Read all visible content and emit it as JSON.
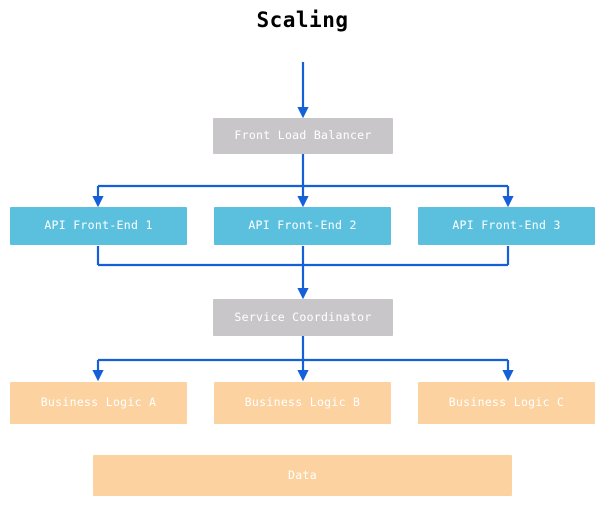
{
  "diagram": {
    "title": "Scaling",
    "colors": {
      "tier_gray": "#c9c6ca",
      "tier_blue": "#5bc0de",
      "tier_orange": "#fcd2a1",
      "connector": "#1560d8",
      "label_text": "#ffffff",
      "title_text": "#000000",
      "background": "#ffffff"
    },
    "nodes": {
      "front_load_balancer": "Front Load Balancer",
      "api_front_end_1": "API Front-End 1",
      "api_front_end_2": "API Front-End 2",
      "api_front_end_3": "API Front-End 3",
      "service_coordinator": "Service Coordinator",
      "business_logic_a": "Business Logic A",
      "business_logic_b": "Business Logic B",
      "business_logic_c": "Business Logic C",
      "data": "Data"
    }
  }
}
